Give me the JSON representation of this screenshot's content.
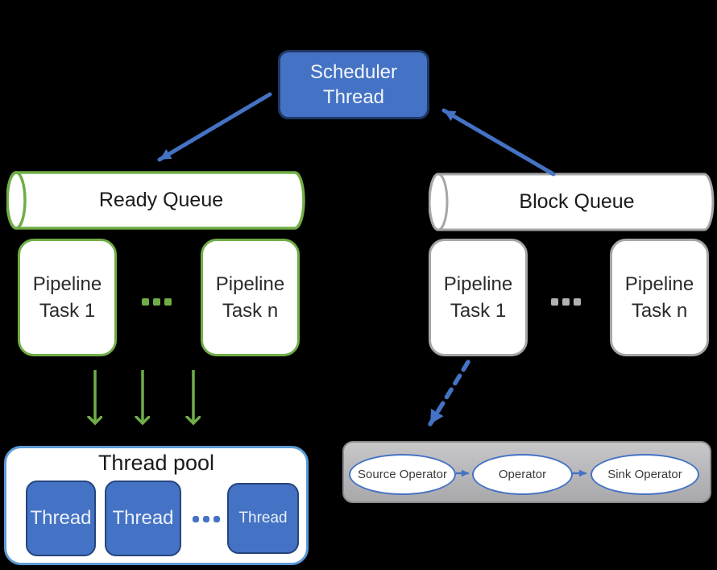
{
  "colors": {
    "blue": "#4472C4",
    "navy": "#1F3864",
    "green": "#70AD47",
    "gray": "#A6A6A6",
    "light_blue": "#5B9BD5",
    "pool_gray_fill": "#B7B7BA",
    "pool_gray_border": "#8A8A8A",
    "background": "#000000",
    "white": "#FFFFFF"
  },
  "scheduler": {
    "label": "Scheduler Thread"
  },
  "ready_queue": {
    "label": "Ready Queue",
    "tasks": [
      "Pipeline Task 1",
      "Pipeline Task n"
    ],
    "ellipsis": "..."
  },
  "block_queue": {
    "label": "Block Queue",
    "tasks": [
      "Pipeline Task 1",
      "Pipeline Task n"
    ],
    "ellipsis": "..."
  },
  "thread_pool": {
    "title": "Thread pool",
    "threads": [
      "Thread",
      "Thread",
      "Thread"
    ],
    "ellipsis": "..."
  },
  "operator_pipeline": {
    "operators": [
      "Source Operator",
      "Operator",
      "Sink Operator"
    ]
  }
}
